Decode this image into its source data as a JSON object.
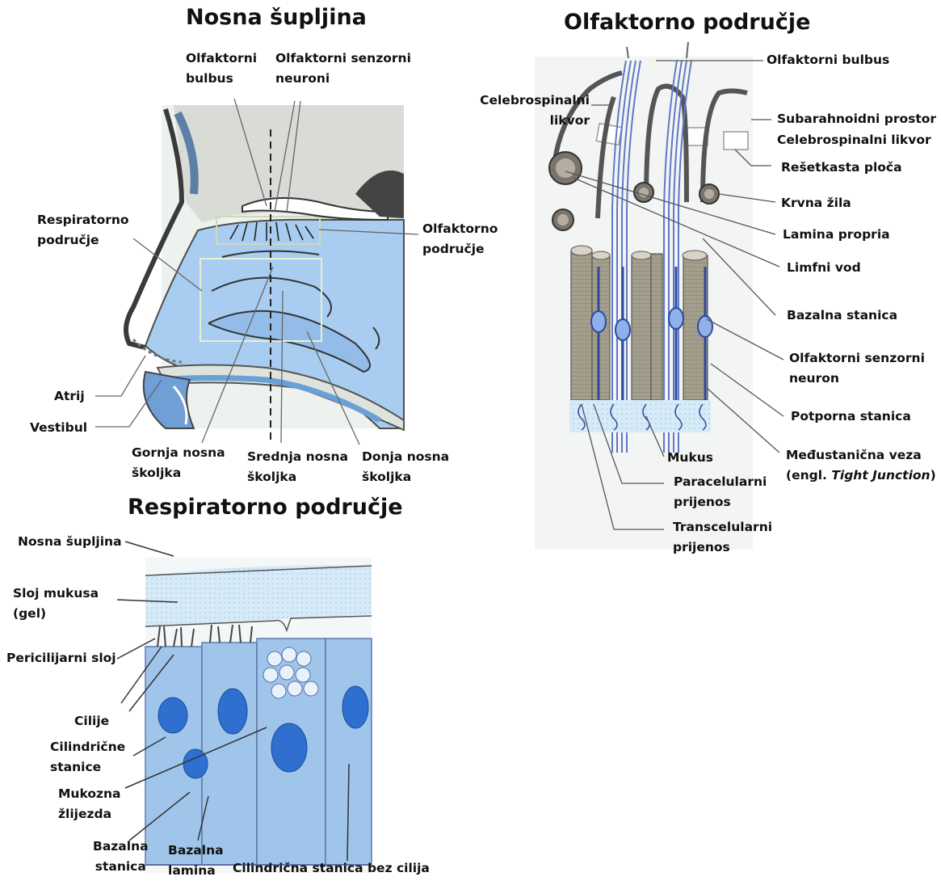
{
  "colors": {
    "cavity_blue": "#a9cdf0",
    "tissue_grey": "#8f8a80",
    "cell_blue": "#9fc6ea",
    "nucleus": "#2f6fd0",
    "olfactory_cell": "#aaa493",
    "neuron_blue": "#8fb0e8",
    "mucus_blue": "#cfe4f5"
  },
  "nasal": {
    "title": "Nosna šupljina",
    "labels": {
      "olf_bulbus_1": "Olfaktorni",
      "olf_bulbus_2": "bulbus",
      "osn_1": "Olfaktorni senzorni",
      "osn_2": "neuroni",
      "resp_1": "Respiratorno",
      "resp_2": "područje",
      "olf_area_1": "Olfaktorno",
      "olf_area_2": "područje",
      "atrij": "Atrij",
      "vestibul": "Vestibul",
      "upper_1": "Gornja nosna",
      "upper_2": "školjka",
      "middle_1": "Srednja nosna",
      "middle_2": "školjka",
      "lower_1": "Donja nosna",
      "lower_2": "školjka"
    }
  },
  "olfactory": {
    "title": "Olfaktorno područje",
    "labels": {
      "bulbus": "Olfaktorni bulbus",
      "csf_left_1": "Celebrospinalni",
      "csf_left_2": "likvor",
      "subarachnoid": "Subarahnoidni prostor",
      "csf_right": "Celebrospinalni likvor",
      "cribriform": "Rešetkasta ploča",
      "vessel": "Krvna žila",
      "lamina_propria": "Lamina propria",
      "lymph": "Limfni vod",
      "basal_cell": "Bazalna stanica",
      "osn_1": "Olfaktorni senzorni",
      "osn_2": "neuron",
      "support_cell": "Potporna stanica",
      "tight_1": "Međustanična veza",
      "tight_2_prefix": "(engl. ",
      "tight_2_italic": "Tight Junction",
      "tight_2_suffix": ")",
      "mucus": "Mukus",
      "paracell_1": "Paracelularni",
      "paracell_2": "prijenos",
      "transcell_1": "Transcelularni",
      "transcell_2": "prijenos"
    }
  },
  "respiratory": {
    "title": "Respiratorno područje",
    "labels": {
      "cavity": "Nosna šupljina",
      "mucus_1": "Sloj mukusa",
      "mucus_2": "(gel)",
      "periciliary": "Pericilijarni sloj",
      "cilia": "Cilije",
      "columnar_1": "Cilindrične",
      "columnar_2": "stanice",
      "gland_1": "Mukozna",
      "gland_2": "žlijezda",
      "basal_cell_1": "Bazalna",
      "basal_cell_2": "stanica",
      "basal_lamina_1": "Bazalna",
      "basal_lamina_2": "lamina",
      "nonciliated": "Cilindrična stanica bez cilija"
    }
  }
}
